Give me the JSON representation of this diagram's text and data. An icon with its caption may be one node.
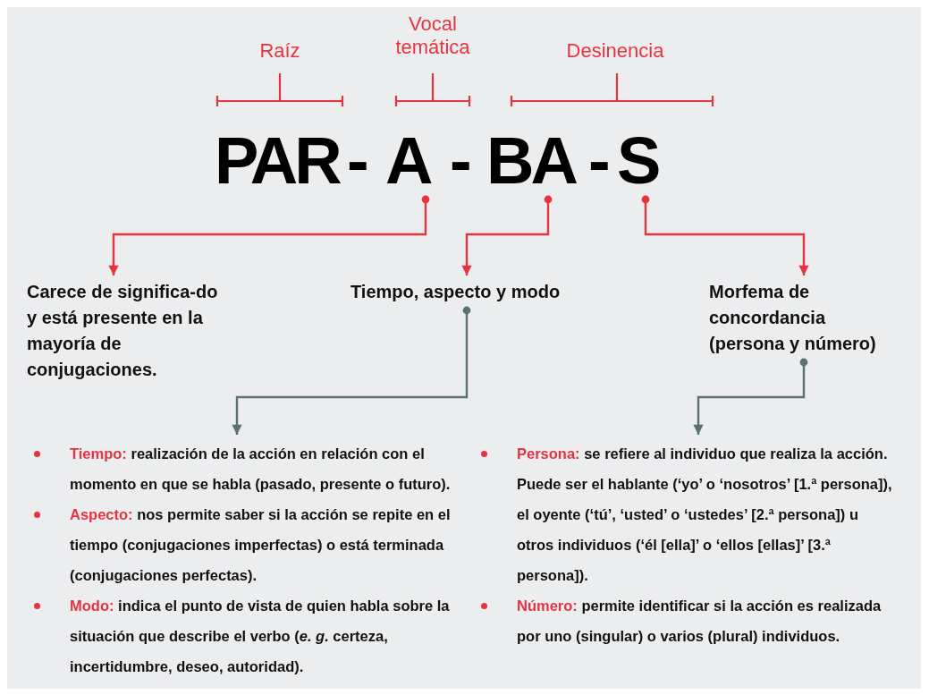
{
  "diagram": {
    "nodes": [
      {
        "text": [
          "PAR"
        ]
      },
      {
        "text": [
          "A"
        ]
      },
      {
        "text": [
          "BA"
        ]
      },
      {
        "text": [
          "S"
        ]
      },
      {
        "text": [
          "Carece de significa-do y está presente en la mayoría de conjugaciones."
        ]
      },
      {
        "text": [
          "Tiempo, aspecto y modo"
        ]
      },
      {
        "text": [
          "Morfema de concordancia (persona y número)"
        ]
      },
      {
        "text": [
          "Tiempo:",
          "realización de la acción en relación con el momento en que se habla (pasado, presente o futuro).",
          "Aspecto:",
          "nos permite saber si la acción se repite en el tiempo (conjugaciones imperfectas) o está terminada (conjugaciones perfectas).",
          "Modo:",
          "indica el punto de vista de quien habla sobre la situación que describe el verbo (*e. g.* certeza, incertidumbre, deseo, autoridad)."
        ]
      },
      {
        "text": [
          "Persona:",
          "se refiere al individuo que realiza la acción. Puede ser el hablante (‘yo’ o ‘nosotros’ [1.ª persona]), el oyente (‘tú’, ‘usted’ o ‘ustedes’ [2.ª persona]) u otros individuos (‘él [ella]’ o ‘ellos [ellas]’ [3.ª persona]).",
          "Número:",
          "permite identificar si la acción es realizada por uno (singular) o varios (plural) individuos."
        ]
      }
    ],
    "edges": [
      {
        "from": 1,
        "to": 4,
        "arrow": "to"
      },
      {
        "from": 2,
        "to": 5,
        "arrow": "to"
      },
      {
        "from": 3,
        "to": 6,
        "arrow": "to"
      },
      {
        "from": 5,
        "to": 7,
        "arrow": "to",
        "color": "#587272"
      },
      {
        "from": 6,
        "to": 8,
        "arrow": "to",
        "color": "#587272"
      }
    ],
    "labels": [
      "Raíz",
      "Vocal temática",
      "Desinencia",
      "-",
      "-",
      "-"
    ]
  }
}
